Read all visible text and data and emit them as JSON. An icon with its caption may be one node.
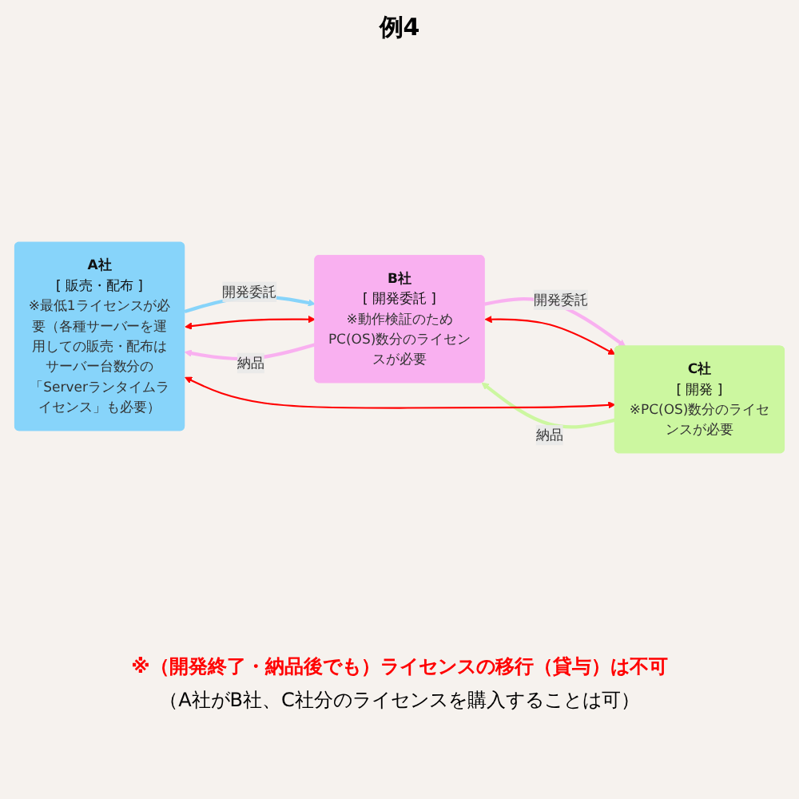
{
  "diagram": {
    "title": "例4",
    "caption": "（A社がB社、C社分のライセンスを購入することは可）",
    "nodes": [
      {
        "text": [
          "A社",
          "[ 販売・配布 ]",
          "※最低1ライセンスが必要（各種サーバーを運用しての販売・配布はサーバー台数分の「Serverランタイムライセンス」も必要）"
        ]
      },
      {
        "text": [
          "B社",
          "[ 開発委託 ]",
          "※動作検証のためPC(OS)数分のライセンスが必要"
        ]
      },
      {
        "text": [
          "C社",
          "[ 開発 ]",
          "※PC(OS)数分のライセンスが必要"
        ]
      }
    ],
    "edges": [
      {
        "from": 0,
        "to": 1,
        "arrow": "to",
        "label": "開発委託",
        "color": "#87d4fa"
      },
      {
        "from": 1,
        "to": 0,
        "arrow": "to",
        "label": "納品",
        "color": "#f9b0f0"
      },
      {
        "from": 0,
        "to": 1,
        "arrow": "both",
        "color": "#ff0000"
      },
      {
        "from": 1,
        "to": 2,
        "arrow": "to",
        "label": "開発委託",
        "color": "#f9b0f0"
      },
      {
        "from": 2,
        "to": 1,
        "arrow": "to",
        "label": "納品",
        "color": "#ccf7a0"
      },
      {
        "from": 1,
        "to": 2,
        "arrow": "both",
        "color": "#ff0000"
      },
      {
        "from": 0,
        "to": 2,
        "arrow": "both",
        "color": "#ff0000"
      }
    ],
    "labels": [
      "※（開発終了・納品後でも）ライセンスの移行（貸与）は不可"
    ]
  }
}
